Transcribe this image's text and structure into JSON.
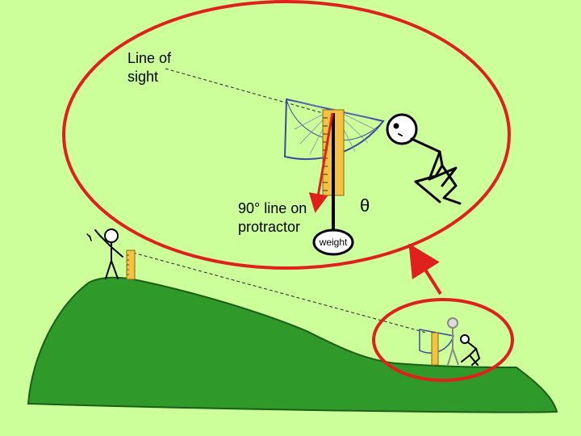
{
  "labels": {
    "line_of_sight": [
      "Line of",
      "sight"
    ],
    "ninety_line": [
      "90° line on",
      "protractor"
    ],
    "theta": "θ",
    "weight": "weight"
  },
  "colors": {
    "background": "#ccff99",
    "hill": "#33a02c",
    "highlight_circle": "#e0201c",
    "protractor": "#5060b0",
    "ruler": "#f2c240",
    "stick": "#000000"
  },
  "icons": [
    "protractor-icon",
    "ruler-icon",
    "weight-icon",
    "stick-figure-icon",
    "arrow-icon"
  ]
}
